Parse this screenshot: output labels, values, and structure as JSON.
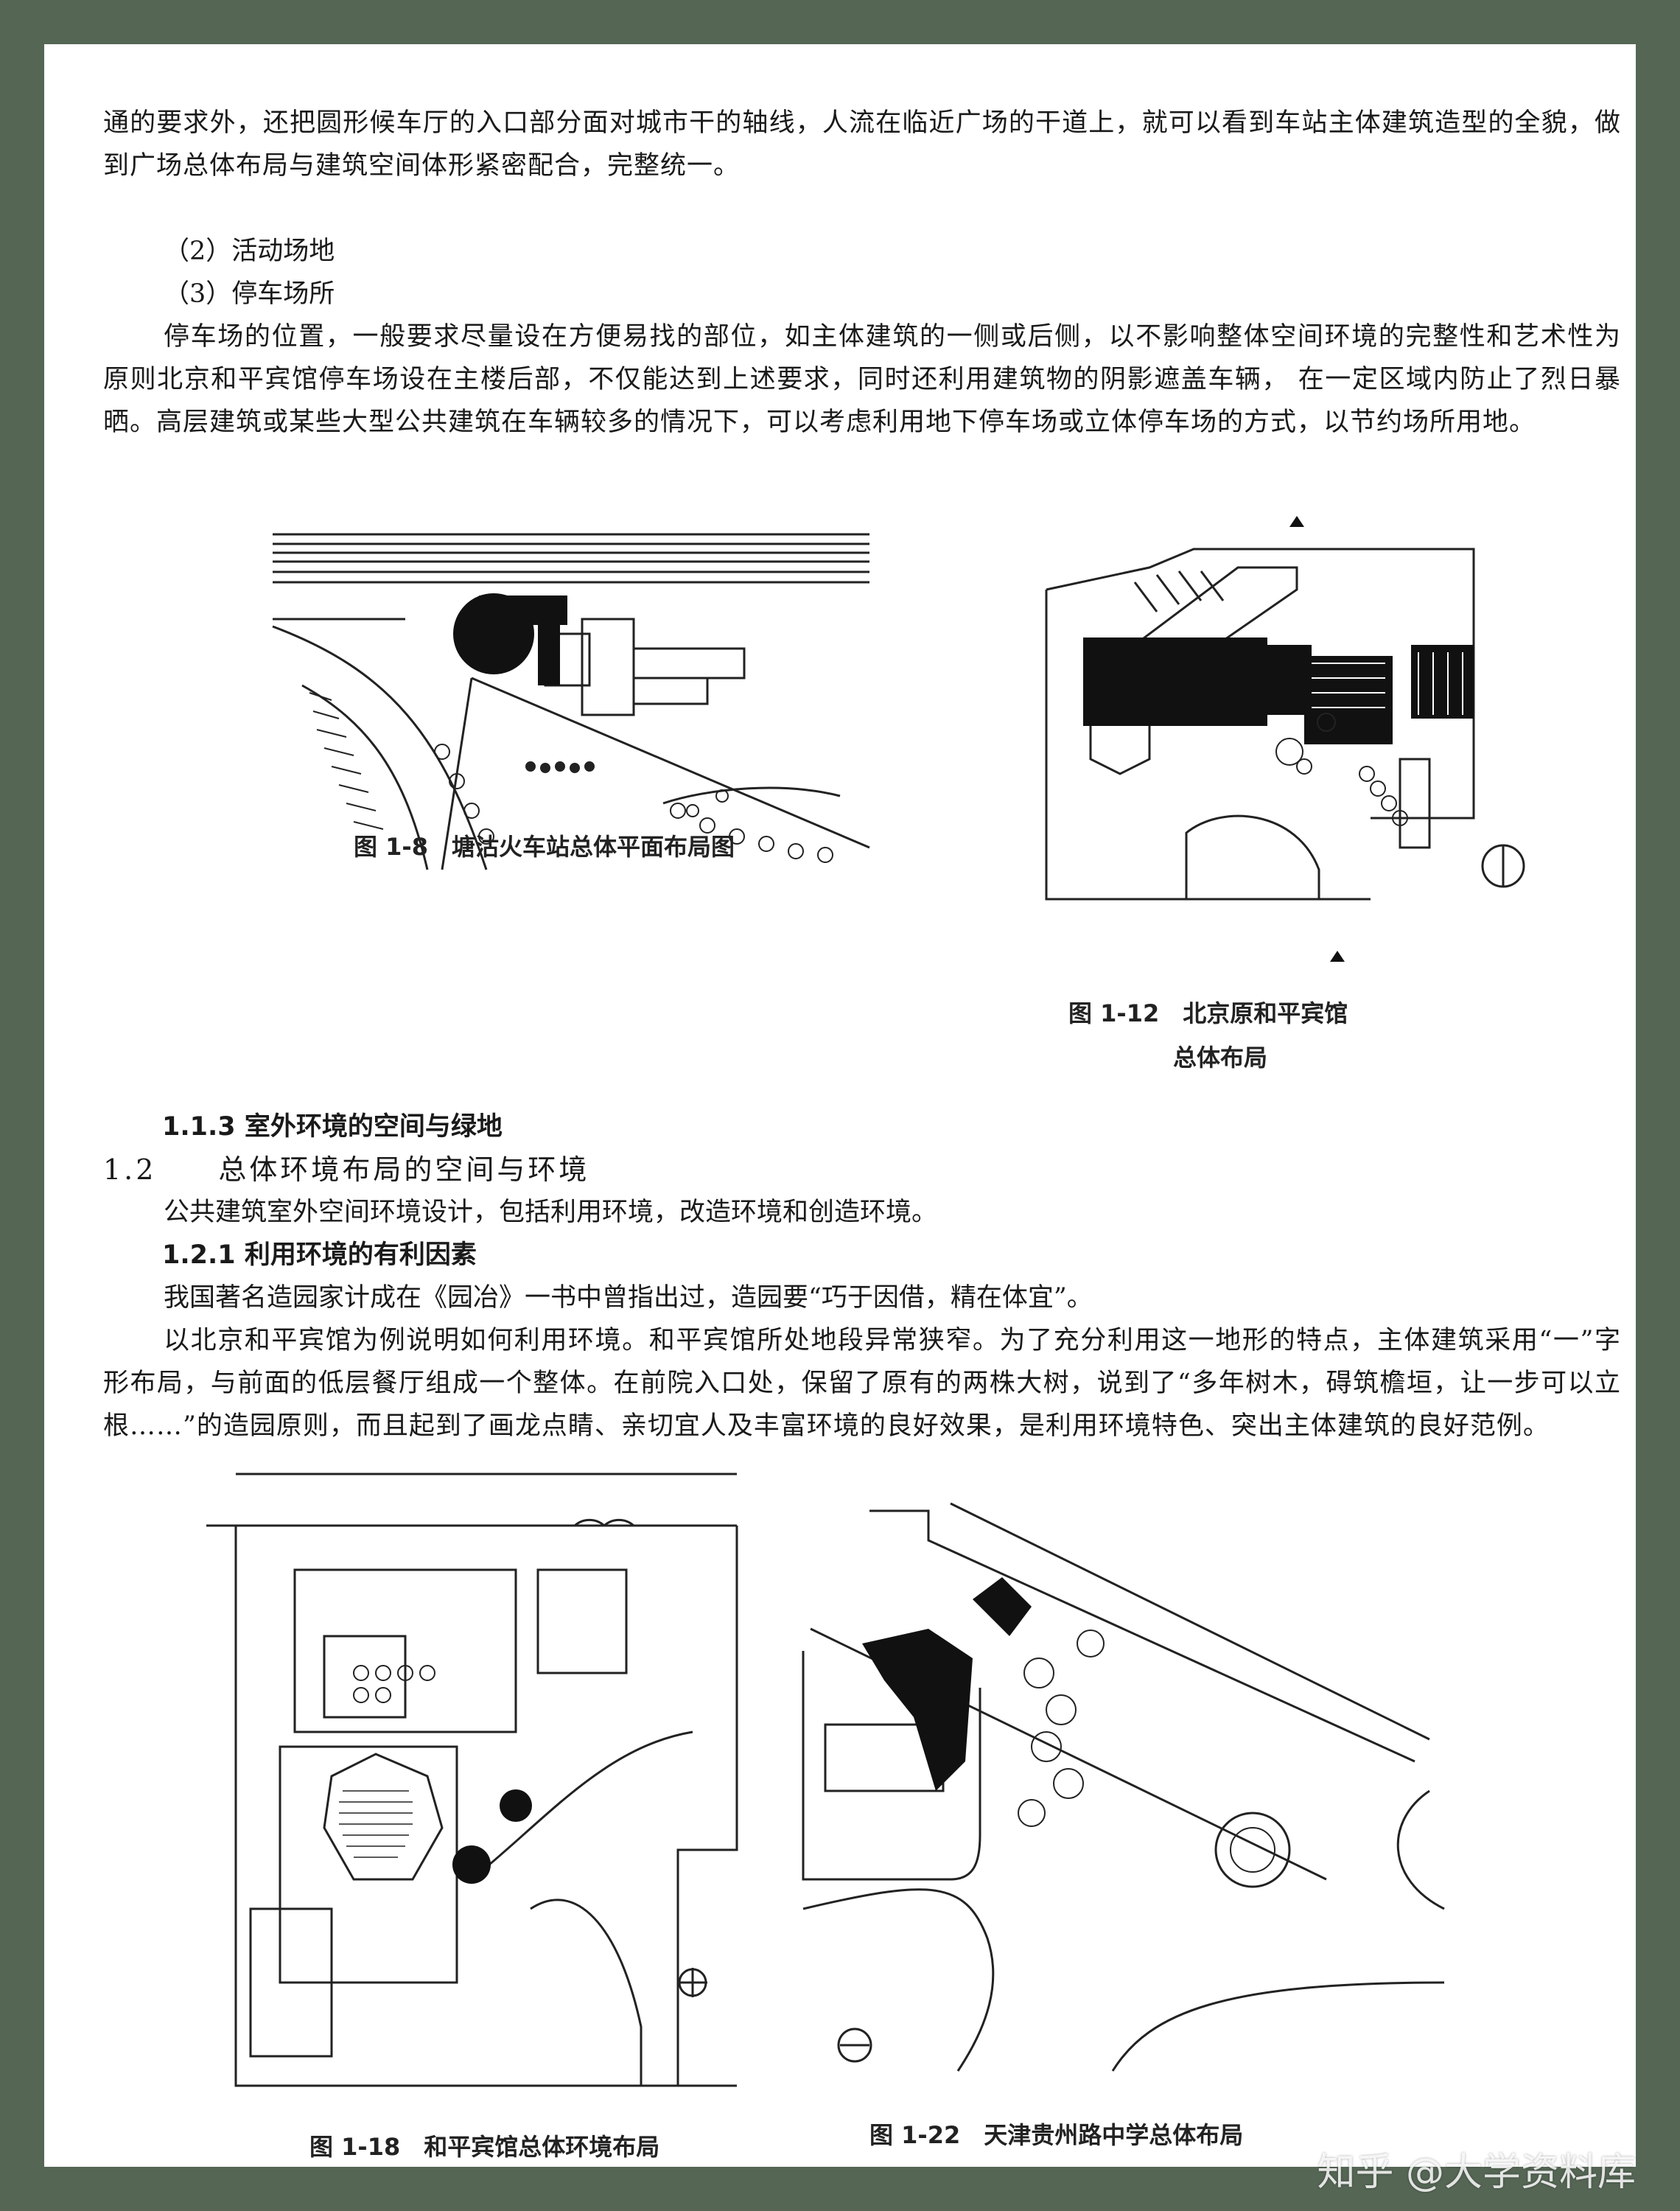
{
  "body_top": {
    "para1": "通的要求外，还把圆形候车厅的入口部分面对城市干的轴线，人流在临近广场的干道上，就可以看到车站主体建筑造型的全貌，做到广场总体布局与建筑空间体形紧密配合，完整统一。",
    "item2": "（2）活动场地",
    "item3": "（3）停车场所",
    "para2": "停车场的位置，一般要求尽量设在方便易找的部位，如主体建筑的一侧或后侧，以不影响整体空间环境的完整性和艺术性为原则北京和平宾馆停车场设在主楼后部，不仅能达到上述要求，同时还利用建筑物的阴影遮盖车辆， 在一定区域内防止了烈日暴晒。高层建筑或某些大型公共建筑在车辆较多的情况下，可以考虑利用地下停车场或立体停车场的方式，以节约场所用地。"
  },
  "figures_top": {
    "fig_1_8_caption": "图 1-8　塘沽火车站总体平面布局图",
    "fig_1_12_caption_line1": "图 1-12　北京原和平宾馆",
    "fig_1_12_caption_line2": "总体布局"
  },
  "body_middle": {
    "heading_113": "1.1.3 室外环境的空间与绿地",
    "section_12": "1.2　　总体环境布局的空间与环境",
    "para3": "公共建筑室外空间环境设计，包括利用环境，改造环境和创造环境。",
    "heading_121": "1.2.1 利用环境的有利因素",
    "para4": "我国著名造园家计成在《园冶》一书中曾指出过，造园要“巧于因借，精在体宜”。",
    "para5": "以北京和平宾馆为例说明如何利用环境。和平宾馆所处地段异常狭窄。为了充分利用这一地形的特点，主体建筑采用“一”字形布局，与前面的低层餐厅组成一个整体。在前院入口处，保留了原有的两株大树，说到了“多年树木，碍筑檐垣，让一步可以立根……”的造园原则，而且起到了画龙点睛、亲切宜人及丰富环境的良好效果，是利用环境特色、突出主体建筑的良好范例。"
  },
  "figures_bottom": {
    "fig_1_18_caption": "图 1-18　和平宾馆总体环境布局",
    "fig_1_22_caption": "图 1-22　天津贵州路中学总体布局"
  },
  "watermark": "知乎 @大学资料库",
  "colors": {
    "frame": "#556655",
    "paper": "#ffffff",
    "ink": "#1a1a1a"
  }
}
